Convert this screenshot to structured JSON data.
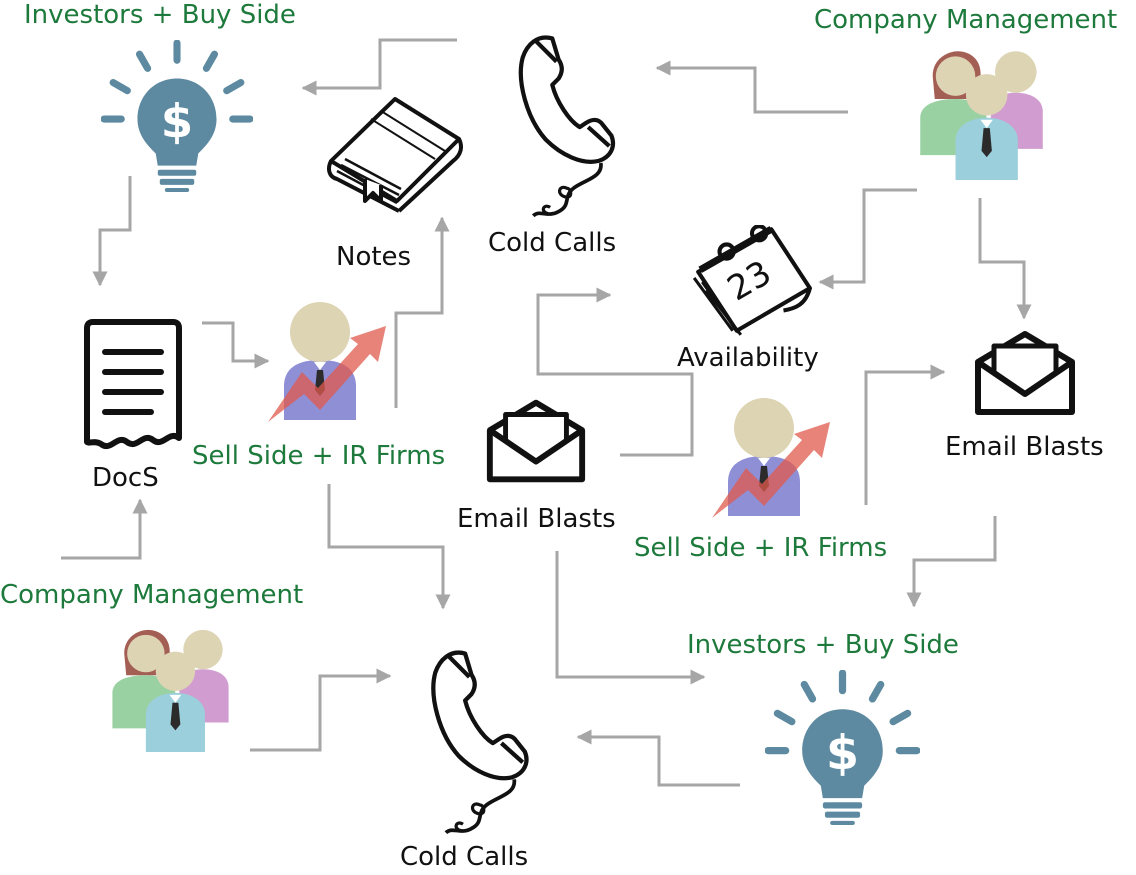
{
  "colors": {
    "group_label": "#1e7a3c",
    "item_label": "#111111",
    "arrow": "#a6a6a6",
    "bulb": "#5d8aa0",
    "growth_arrow": "#e05a4e",
    "person_suit": "#8f8fd6"
  },
  "labels": {
    "investors_top": "Investors + Buy Side",
    "company_top": "Company Management",
    "notes": "Notes",
    "cold_calls_top": "Cold Calls",
    "availability": "Availability",
    "email_right": "Email Blasts",
    "docs": "DocS",
    "sell_left": "Sell Side + IR Firms",
    "email_center": "Email Blasts",
    "sell_center": "Sell Side + IR Firms",
    "company_bottom": "Company Management",
    "investors_bottom": "Investors + Buy Side",
    "cold_calls_bottom": "Cold Calls"
  },
  "calendar_day": "23",
  "icons": {
    "investors_top": "lightbulb-dollar-icon",
    "notes": "book-icon",
    "cold_calls_top": "telephone-handset-icon",
    "company_top": "people-group-icon",
    "availability": "calendar-icon",
    "email_right": "envelope-icon",
    "docs": "document-icon",
    "sell_left": "person-growth-icon",
    "email_center": "envelope-icon",
    "sell_center": "person-growth-icon",
    "company_bottom": "people-group-icon",
    "cold_calls_bottom": "telephone-handset-icon",
    "investors_bottom": "lightbulb-dollar-icon"
  }
}
